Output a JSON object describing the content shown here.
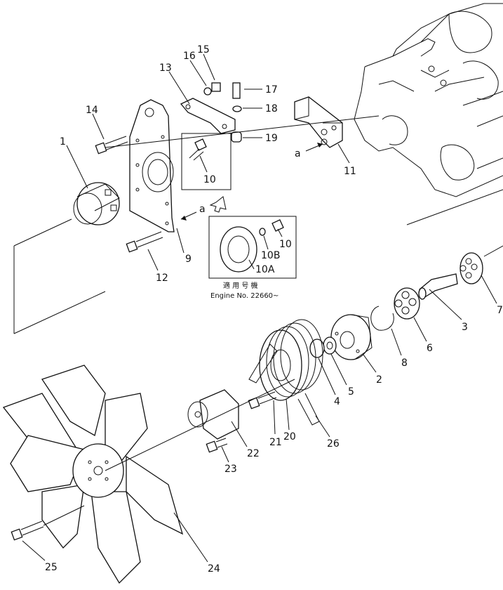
{
  "diagram": {
    "callouts": [
      {
        "id": "p1",
        "label": "1"
      },
      {
        "id": "p2",
        "label": "2"
      },
      {
        "id": "p3",
        "label": "3"
      },
      {
        "id": "p4",
        "label": "4"
      },
      {
        "id": "p5",
        "label": "5"
      },
      {
        "id": "p6",
        "label": "6"
      },
      {
        "id": "p7",
        "label": "7"
      },
      {
        "id": "p8",
        "label": "8"
      },
      {
        "id": "p9",
        "label": "9"
      },
      {
        "id": "p10",
        "label": "10"
      },
      {
        "id": "p10b",
        "label": "10"
      },
      {
        "id": "p10B",
        "label": "10B"
      },
      {
        "id": "p10A",
        "label": "10A"
      },
      {
        "id": "p11",
        "label": "11"
      },
      {
        "id": "p12",
        "label": "12"
      },
      {
        "id": "p13",
        "label": "13"
      },
      {
        "id": "p14",
        "label": "14"
      },
      {
        "id": "p15",
        "label": "15"
      },
      {
        "id": "p16",
        "label": "16"
      },
      {
        "id": "p17",
        "label": "17"
      },
      {
        "id": "p18",
        "label": "18"
      },
      {
        "id": "p19",
        "label": "19"
      },
      {
        "id": "p20",
        "label": "20"
      },
      {
        "id": "p21",
        "label": "21"
      },
      {
        "id": "p22",
        "label": "22"
      },
      {
        "id": "p23",
        "label": "23"
      },
      {
        "id": "p24",
        "label": "24"
      },
      {
        "id": "p25",
        "label": "25"
      },
      {
        "id": "p26",
        "label": "26"
      }
    ],
    "reference_mark_1": "a",
    "reference_mark_2": "a",
    "applicable_note_jp": "適 用 号 機",
    "applicable_note_en": "Engine No. 22660~"
  }
}
